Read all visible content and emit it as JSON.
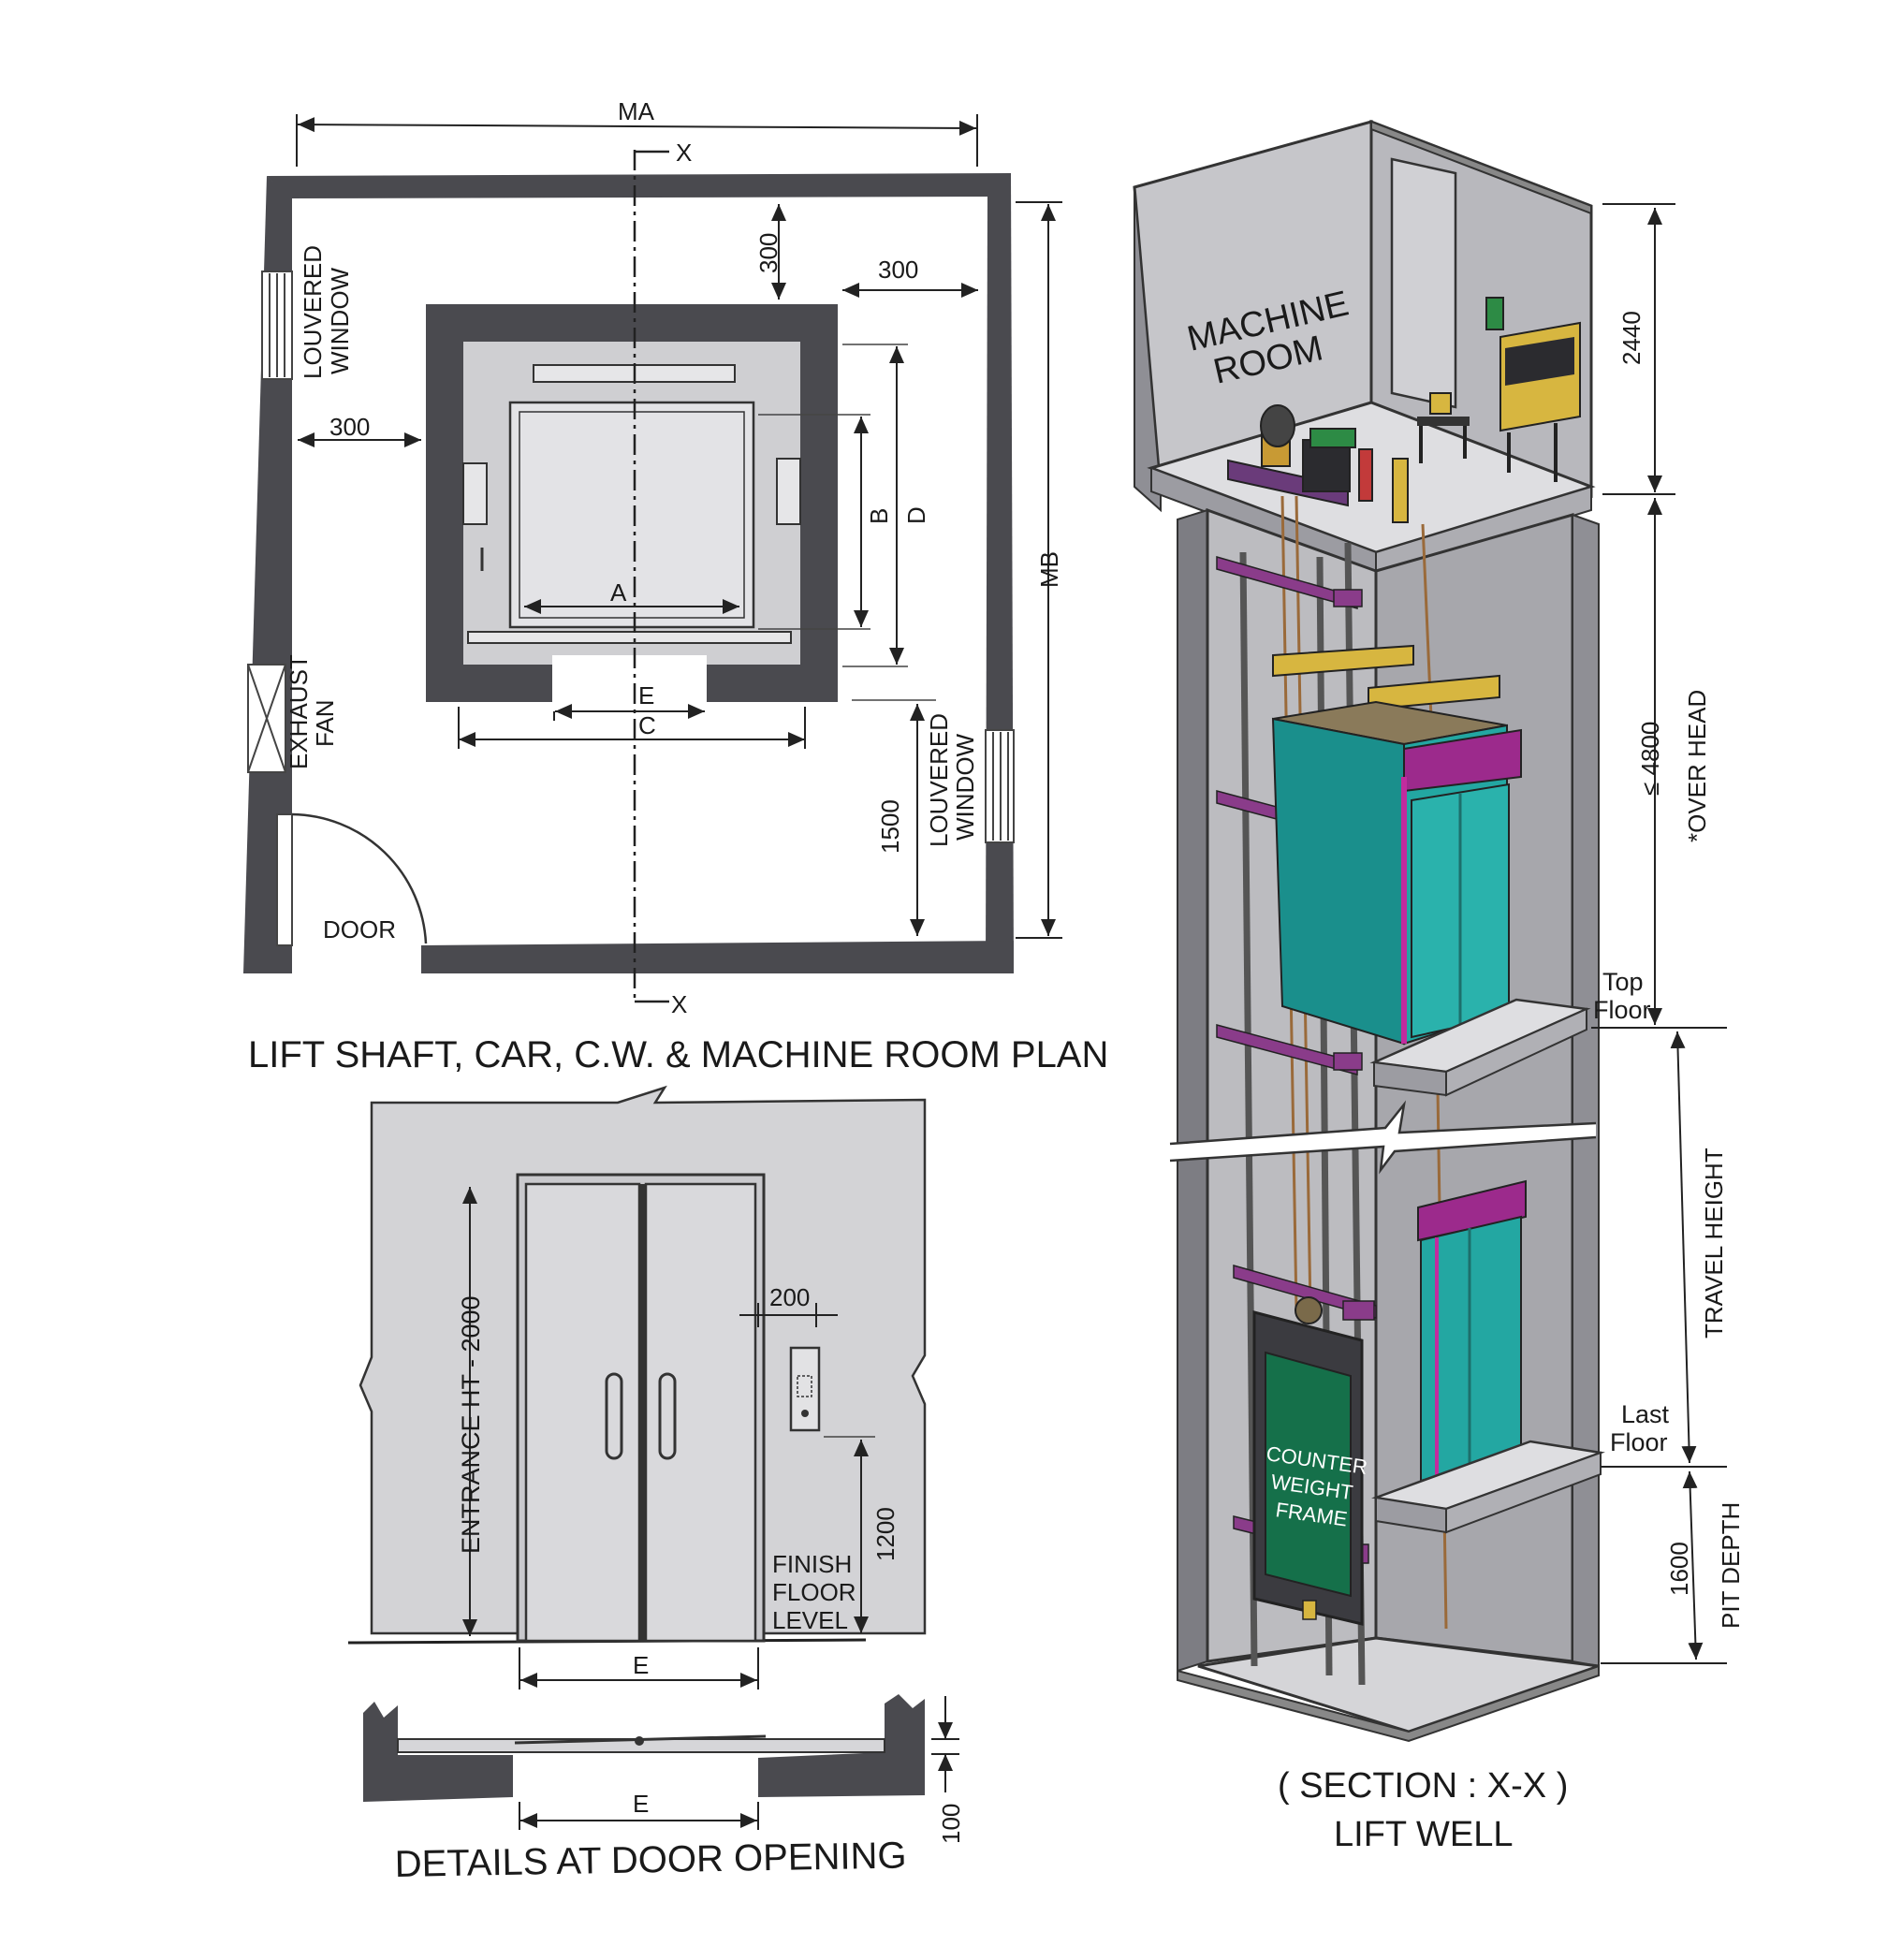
{
  "plan": {
    "title": "LIFT SHAFT, CAR, C.W. & MACHINE ROOM PLAN",
    "dim_ma": "MA",
    "dim_mb": "MB",
    "section_mark": "X",
    "dim_300_top": "300",
    "dim_300_right": "300",
    "dim_300_left": "300",
    "dim_1500": "1500",
    "label_a": "A",
    "label_b": "B",
    "label_c": "C",
    "label_d": "D",
    "label_e": "E",
    "louvered_window": "LOUVERED",
    "louvered_window_2": "WINDOW",
    "exhaust_fan": "EXHAUST",
    "exhaust_fan_2": "FAN",
    "door": "DOOR"
  },
  "door_elevation": {
    "entrance_ht": "ENTRANCE HT - 2000",
    "dim_200": "200",
    "dim_1200": "1200",
    "finish_floor": "FINISH",
    "finish_floor_2": "FLOOR",
    "finish_floor_3": "LEVEL",
    "label_e": "E"
  },
  "door_detail": {
    "title": "DETAILS AT DOOR OPENING",
    "label_e": "E",
    "dim_100": "100"
  },
  "section": {
    "title_1": "( SECTION : X-X )",
    "title_2": "LIFT WELL",
    "machine_room": "MACHINE",
    "machine_room_2": "ROOM",
    "dim_2440": "2440",
    "dim_4800": "≤ 4800",
    "over_head": "*OVER HEAD",
    "top_floor": "Top",
    "top_floor_2": "Floor",
    "travel_height": "TRAVEL HEIGHT",
    "last_floor": "Last",
    "last_floor_2": "Floor",
    "dim_1600": "1600",
    "pit_depth": "PIT DEPTH",
    "cw_1": "COUNTER",
    "cw_2": "WEIGHT",
    "cw_3": "FRAME"
  },
  "colors": {
    "wall": "#4a4a4f",
    "car_teal": "#1f9e9a",
    "magenta": "#9c2a8c",
    "cw_green": "#15704a",
    "concrete": "#b9b9bd"
  }
}
